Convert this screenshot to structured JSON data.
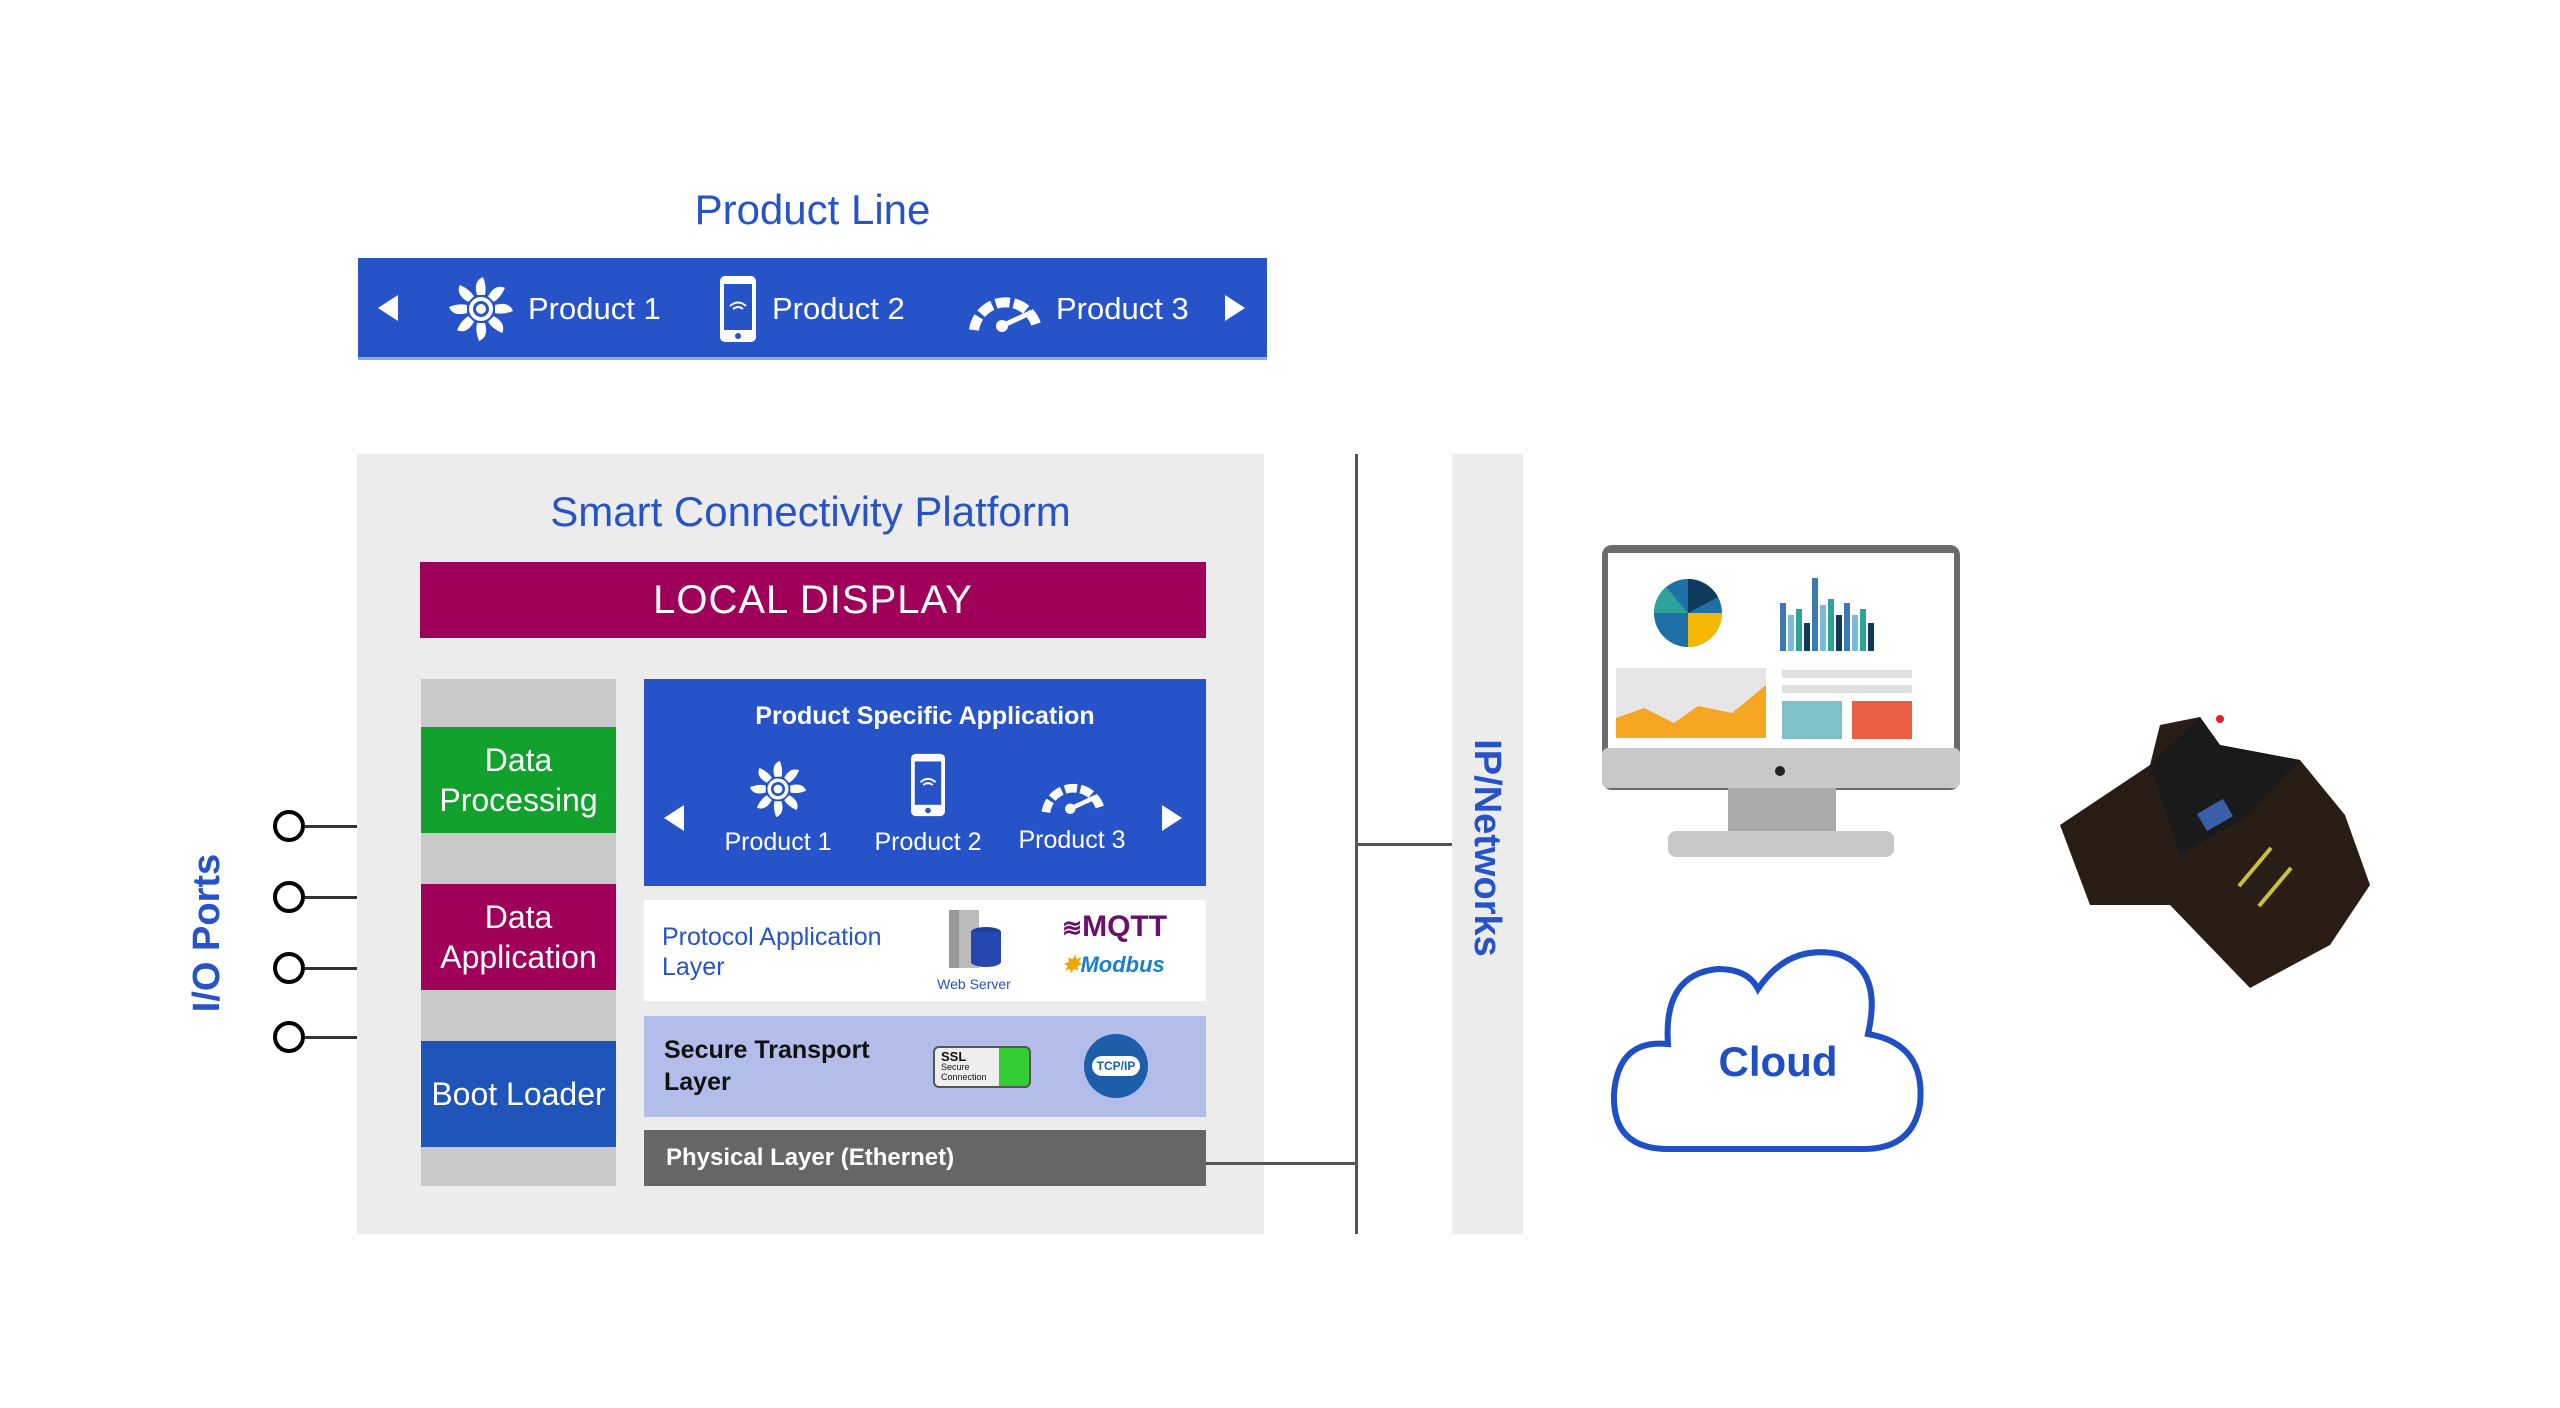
{
  "product_line": {
    "title": "Product Line",
    "items": [
      {
        "label": "Product 1",
        "icon": "fan-icon"
      },
      {
        "label": "Product 2",
        "icon": "smartphone-wifi-icon"
      },
      {
        "label": "Product 3",
        "icon": "gauge-icon"
      }
    ]
  },
  "platform": {
    "title": "Smart Connectivity Platform",
    "local_display": "LOCAL DISPLAY",
    "left_blocks": [
      {
        "label": "Data Processing",
        "color": "#13a12d"
      },
      {
        "label": "Data Application",
        "color": "#9f005a"
      },
      {
        "label": "Boot Loader",
        "color": "#1f55b8"
      }
    ],
    "product_specific": {
      "title": "Product Specific Application",
      "items": [
        {
          "label": "Product 1",
          "icon": "fan-icon"
        },
        {
          "label": "Product 2",
          "icon": "smartphone-wifi-icon"
        },
        {
          "label": "Product 3",
          "icon": "gauge-icon"
        }
      ]
    },
    "protocol_layer": {
      "label": "Protocol Application Layer",
      "web_server": "Web Server",
      "mqtt": "MQTT",
      "modbus": "Modbus"
    },
    "secure_layer": {
      "label": "Secure Transport Layer",
      "ssl_title": "SSL",
      "ssl_sub1": "Secure",
      "ssl_sub2": "Connection",
      "tcpip": "TCP/IP"
    },
    "physical_layer": "Physical Layer (Ethernet)"
  },
  "io_ports": "I/O Ports",
  "networks": "IP/Networks",
  "cloud": "Cloud",
  "colors": {
    "primary_blue": "#2753c9",
    "magenta": "#9f005a",
    "green": "#13a12d",
    "gray": "#666666"
  }
}
